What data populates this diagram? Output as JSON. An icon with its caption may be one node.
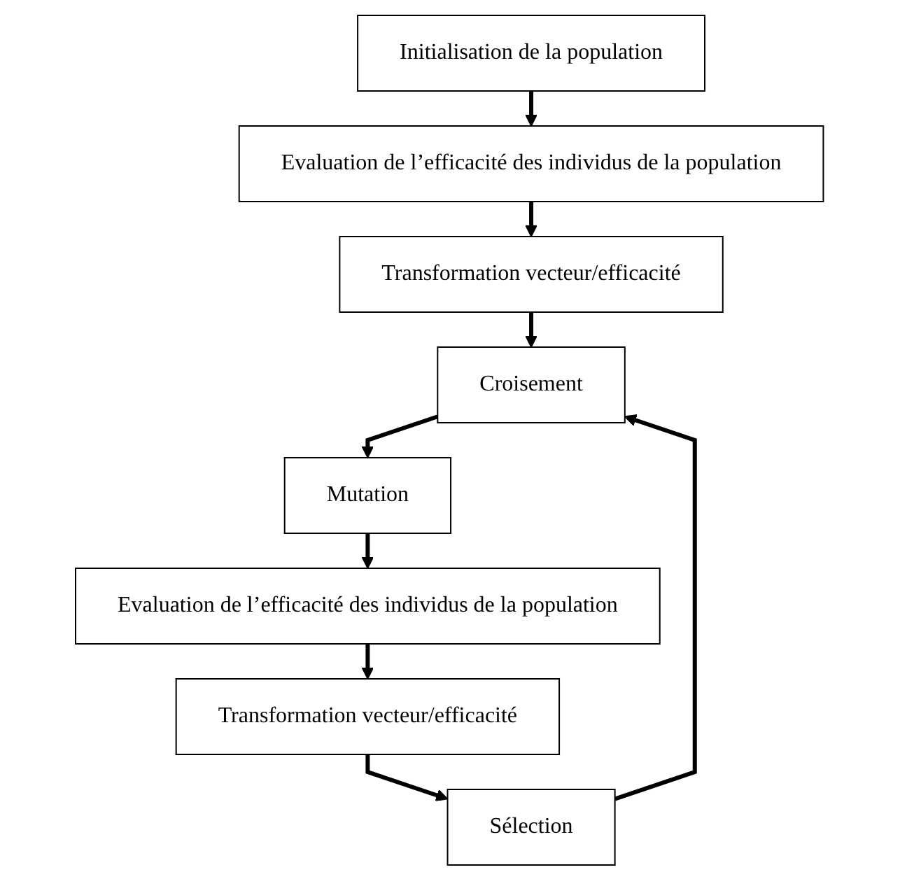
{
  "diagram": {
    "nodes": [
      {
        "text": [
          "Initialisation de la population"
        ]
      },
      {
        "text": [
          "Evaluation de l’efficacité des individus de la population"
        ]
      },
      {
        "text": [
          "Transformation vecteur/efficacité"
        ]
      },
      {
        "text": [
          "Croisement"
        ]
      },
      {
        "text": [
          "Mutation"
        ]
      },
      {
        "text": [
          "Evaluation de l’efficacité des individus de la population"
        ]
      },
      {
        "text": [
          "Transformation vecteur/efficacité"
        ]
      },
      {
        "text": [
          "Sélection"
        ]
      }
    ],
    "edges": [
      {
        "from": 0,
        "to": 1,
        "arrow": "to"
      },
      {
        "from": 1,
        "to": 2,
        "arrow": "to"
      },
      {
        "from": 2,
        "to": 3,
        "arrow": "to"
      },
      {
        "from": 3,
        "to": 4,
        "arrow": "to"
      },
      {
        "from": 4,
        "to": 5,
        "arrow": "to"
      },
      {
        "from": 5,
        "to": 6,
        "arrow": "to"
      },
      {
        "from": 6,
        "to": 7,
        "arrow": "to"
      },
      {
        "from": 7,
        "to": 3,
        "arrow": "to"
      }
    ]
  }
}
